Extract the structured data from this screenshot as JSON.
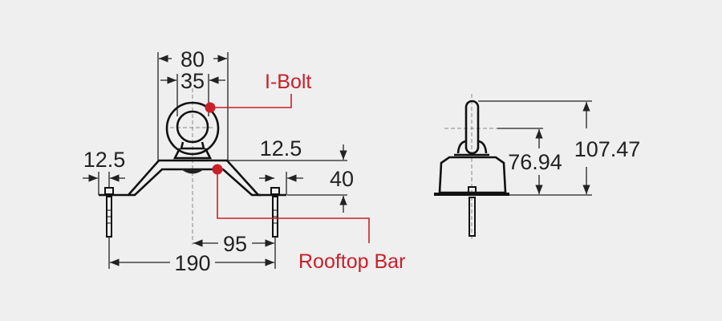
{
  "front_view": {
    "dimensions": {
      "width_80": "80",
      "width_35": "35",
      "left_12_5": "12.5",
      "right_12_5": "12.5",
      "height_40": "40",
      "half_95": "95",
      "total_190": "190"
    },
    "callouts": {
      "ibolt": "I-Bolt",
      "rooftop_bar": "Rooftop Bar"
    }
  },
  "side_view": {
    "dimensions": {
      "height_76_94": "76.94",
      "height_107_47": "107.47"
    }
  },
  "colors": {
    "background": "#efefef",
    "line": "#222222",
    "callout": "#c8202a"
  }
}
